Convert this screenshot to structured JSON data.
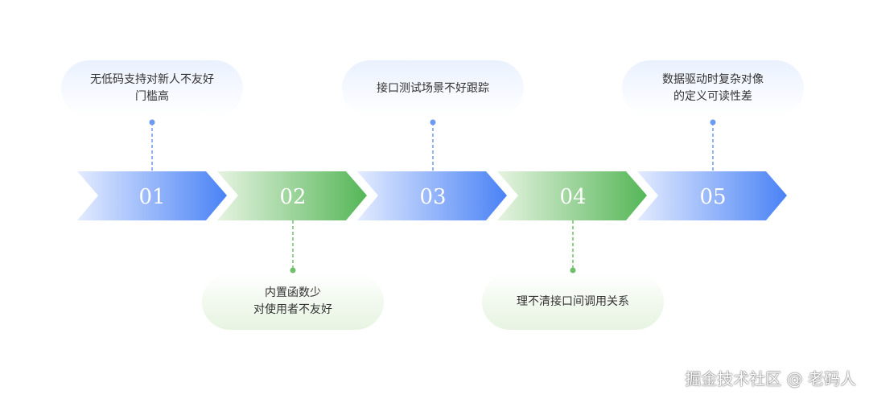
{
  "steps": [
    {
      "number": "01",
      "text": "无低码支持对新人不友好\n门槛高",
      "color": "blue",
      "side": "top"
    },
    {
      "number": "02",
      "text": "内置函数少\n对使用者不友好",
      "color": "green",
      "side": "bottom"
    },
    {
      "number": "03",
      "text": "接口测试场景不好跟踪",
      "color": "blue",
      "side": "top"
    },
    {
      "number": "04",
      "text": "理不清接口间调用关系",
      "color": "green",
      "side": "bottom"
    },
    {
      "number": "05",
      "text": "数据驱动时复杂对像\n的定义可读性差",
      "color": "blue",
      "side": "top"
    }
  ],
  "colors": {
    "blue_light": "#e3ebff",
    "blue_dark": "#4a82f5",
    "green_light": "#e6f3e1",
    "green_dark": "#55b657",
    "dot_blue": "#6b9af0",
    "dot_green": "#6fbf6a"
  },
  "watermark": "掘金技术社区 @ 老码人"
}
